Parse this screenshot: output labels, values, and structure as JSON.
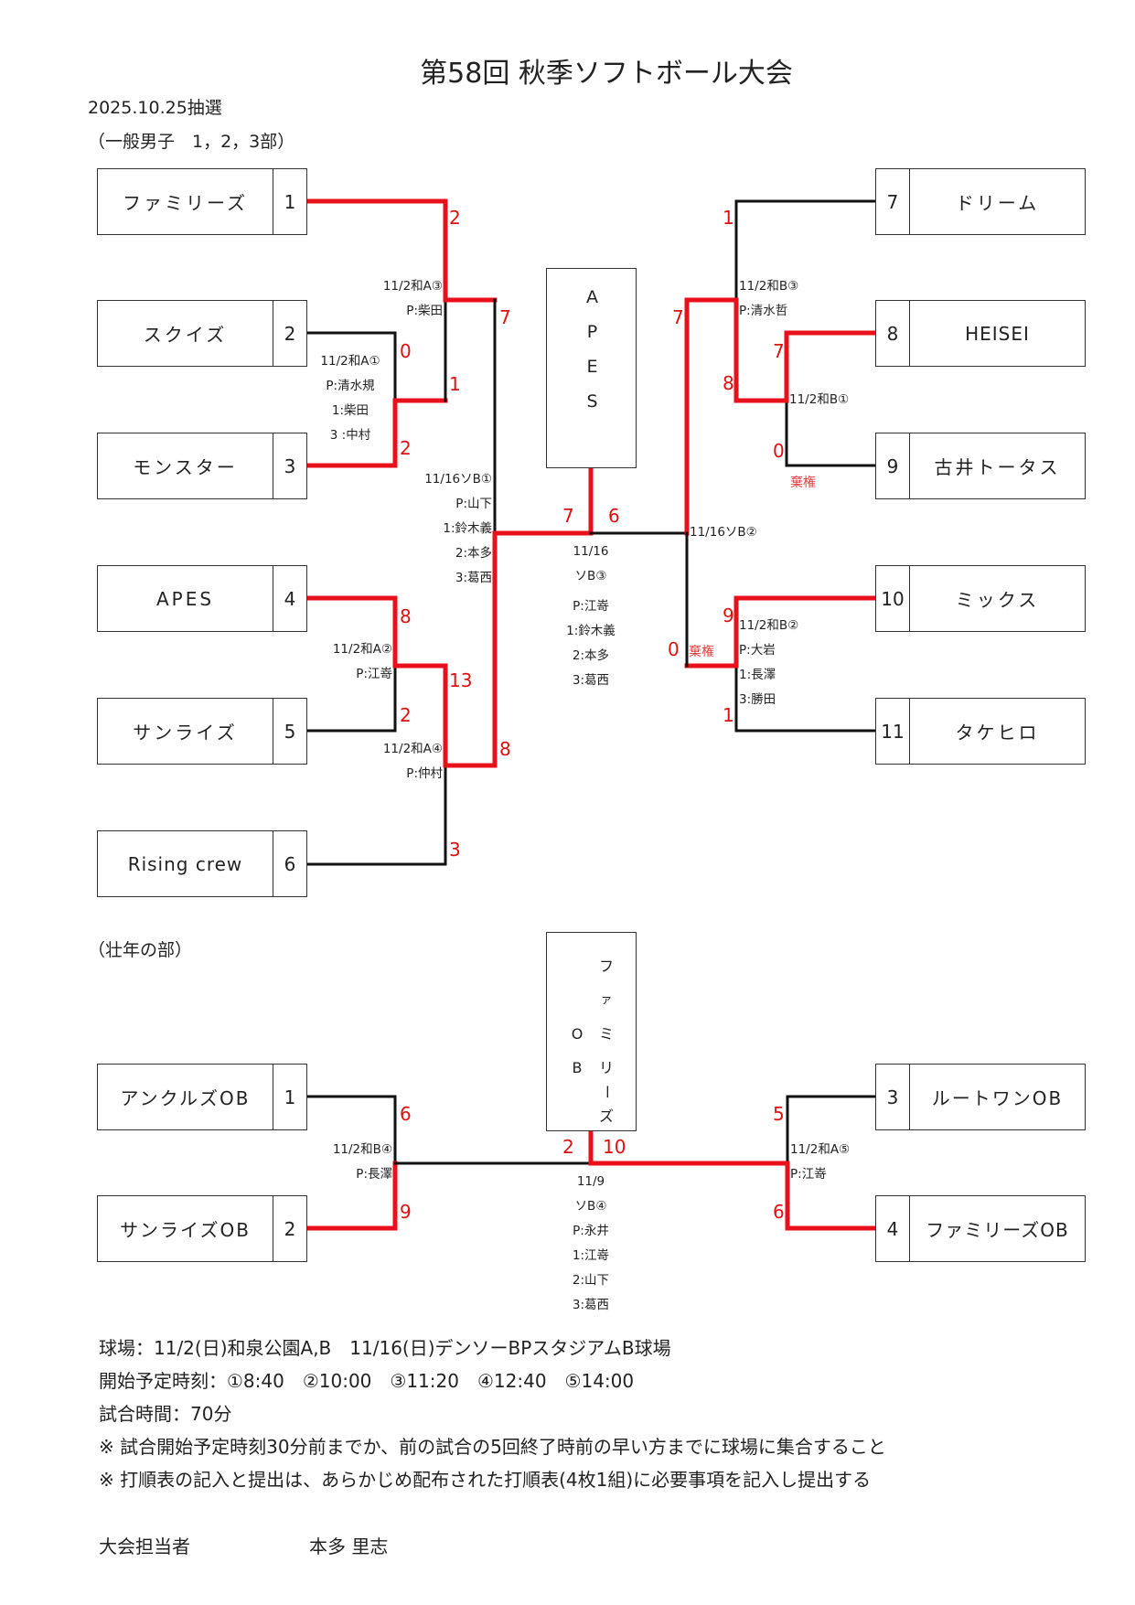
{
  "title": "第58回 秋季ソフトボール大会",
  "draw_date": "2025.10.25抽選",
  "colors": {
    "winner_line": "#e8101a",
    "normal_line": "#111111",
    "score": "#e01010"
  },
  "general": {
    "heading": "（一般男子　1，2，3部）",
    "champion": [
      "A",
      "P",
      "E",
      "S"
    ],
    "left_teams": [
      {
        "name": "ファミリーズ",
        "seed": "1"
      },
      {
        "name": "スクイズ",
        "seed": "2"
      },
      {
        "name": "モンスター",
        "seed": "3"
      },
      {
        "name": "APES",
        "seed": "4"
      },
      {
        "name": "サンライズ",
        "seed": "5"
      },
      {
        "name": "Rising crew",
        "seed": "6"
      }
    ],
    "right_teams": [
      {
        "name": "ドリーム",
        "seed": "7"
      },
      {
        "name": "HEISEI",
        "seed": "8"
      },
      {
        "name": "古井トータス",
        "seed": "9"
      },
      {
        "name": "ミックス",
        "seed": "10"
      },
      {
        "name": "タケヒロ",
        "seed": "11"
      }
    ],
    "scores": {
      "a1_team2": "0",
      "a1_team3": "2",
      "a3_team1": "2",
      "a3_a1winner": "1",
      "a2_team4": "8",
      "a2_team5": "2",
      "a4_a2winner": "13",
      "a4_team6": "3",
      "sf1_top": "7",
      "sf1_bottom": "8",
      "final_left": "7",
      "final_right": "6",
      "b1_team8": "7",
      "b1_team9": "0",
      "b3_team7": "1",
      "b3_b1winner": "8",
      "b2_team10": "9",
      "b2_team11": "1",
      "sf2_top": "7",
      "sf2_bottom": "0"
    },
    "forfeit_label": "棄権",
    "matches": {
      "a1": [
        "11/2和A①",
        "P:清水規",
        "1:柴田",
        "3 :中村"
      ],
      "a3": [
        "11/2和A③",
        "P:柴田"
      ],
      "a2": [
        "11/2和A②",
        "P:江嵜"
      ],
      "a4": [
        "11/2和A④",
        "P:仲村"
      ],
      "sf1": [
        "11/16ソB①",
        "P:山下",
        "1:鈴木義",
        "2:本多",
        "3:葛西"
      ],
      "final": [
        "11/16",
        "ソB③",
        "P:江嵜",
        "1:鈴木義",
        "2:本多",
        "3:葛西"
      ],
      "b3": [
        "11/2和B③",
        "P:清水哲"
      ],
      "b1": [
        "11/2和B①"
      ],
      "sf2": [
        "11/16ソB②"
      ],
      "b2": [
        "11/2和B②",
        "P:大岩",
        "1:長澤",
        "3:勝田"
      ]
    }
  },
  "senior": {
    "heading": "（壮年の部）",
    "champion_col1": [
      "フ",
      "ァ",
      "ミ",
      "リ",
      "ー",
      "ズ"
    ],
    "champion_col2": [
      "O",
      "B"
    ],
    "left_teams": [
      {
        "name": "アンクルズOB",
        "seed": "1"
      },
      {
        "name": "サンライズOB",
        "seed": "2"
      }
    ],
    "right_teams": [
      {
        "name": "ルートワンOB",
        "seed": "3"
      },
      {
        "name": "ファミリーズOB",
        "seed": "4"
      }
    ],
    "scores": {
      "b4_team1": "6",
      "b4_team2": "9",
      "a5_team3": "5",
      "a5_team4": "6",
      "final_left": "2",
      "final_right": "10"
    },
    "matches": {
      "b4": [
        "11/2和B④",
        "P:長澤"
      ],
      "a5": [
        "11/2和A⑤",
        "P:江嵜"
      ],
      "final": [
        "11/9",
        "ソB④",
        "P:永井",
        "1:江嵜",
        "2:山下",
        "3:葛西"
      ]
    }
  },
  "footer": {
    "venue": "球場：11/2(日)和泉公園A,B　11/16(日)デンソーBPスタジアムB球場",
    "start_times": "開始予定時刻：①8:40　②10:00　③11:20　④12:40　⑤14:00",
    "game_time": "試合時間：70分",
    "note1": "※ 試合開始予定時刻30分前までか、前の試合の5回終了時前の早い方までに球場に集合すること",
    "note2": "※ 打順表の記入と提出は、あらかじめ配布された打順表(4枚1組)に必要事項を記入し提出する",
    "organizer_label": "大会担当者",
    "organizer_name": "本多 里志"
  }
}
